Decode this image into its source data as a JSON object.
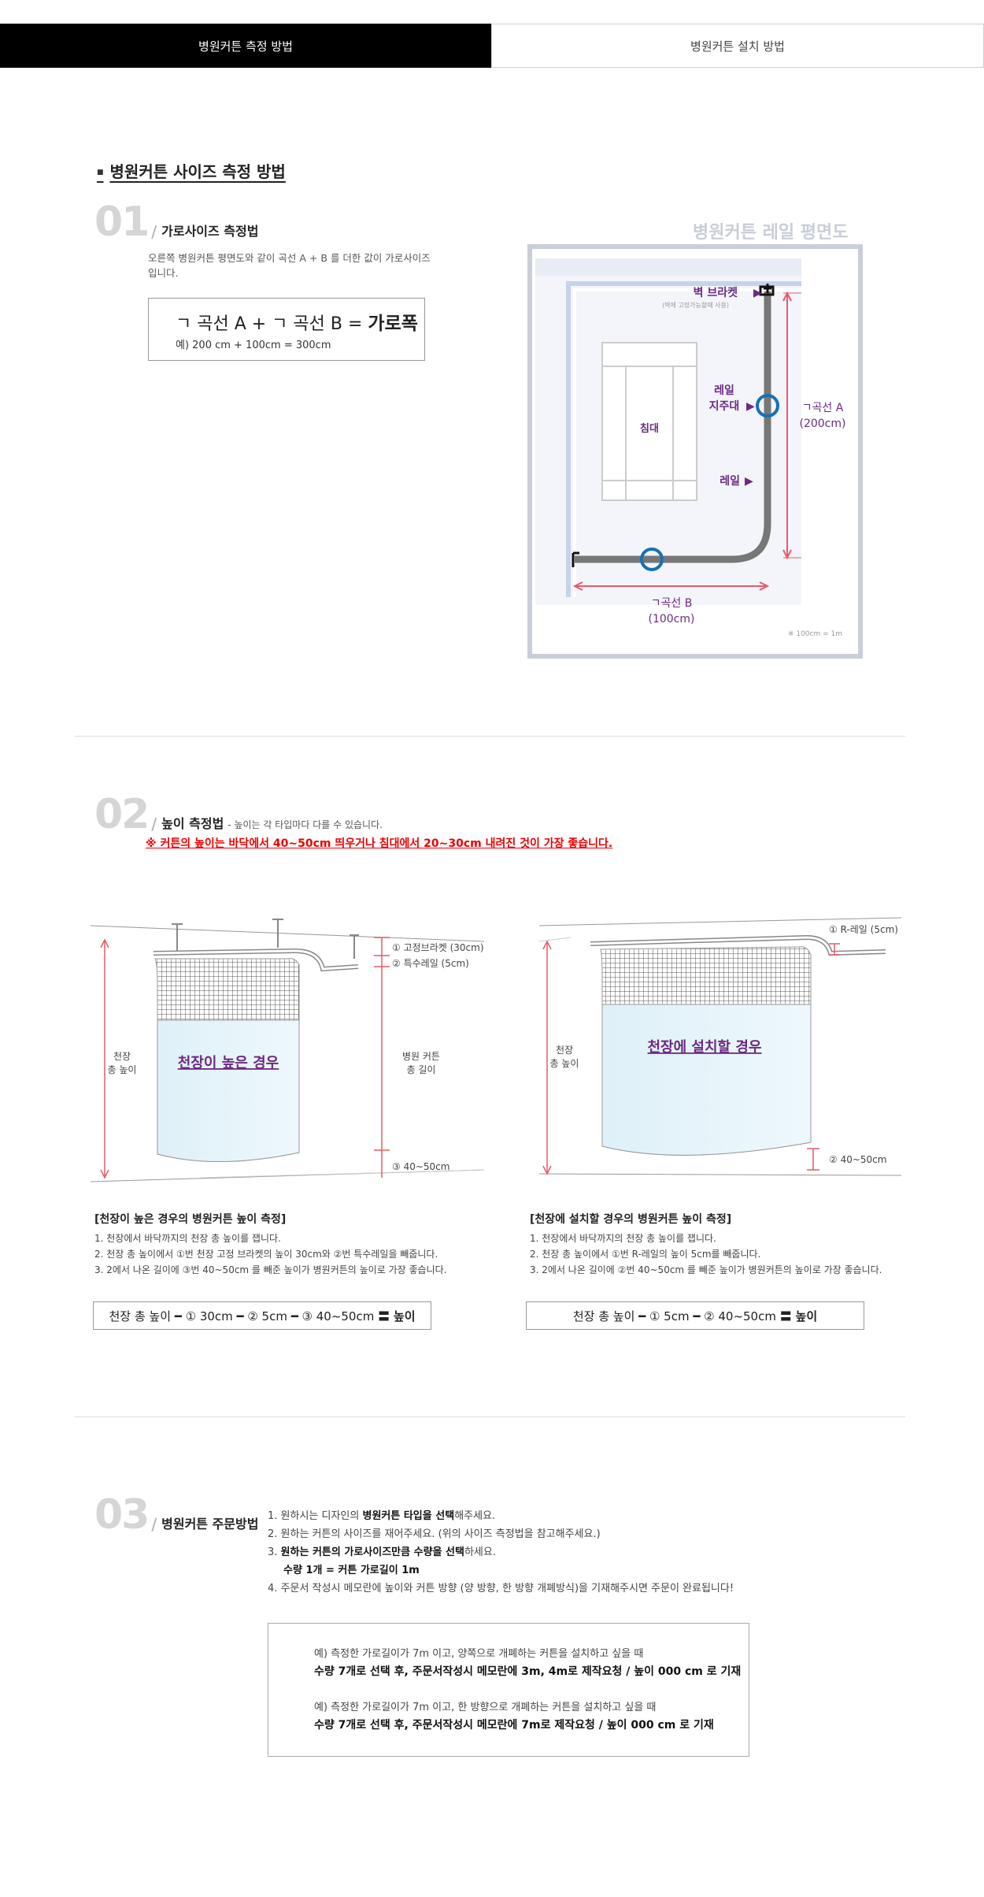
{
  "tabs": {
    "measure": "병원커튼 측정 방법",
    "install": "병원커튼 설치 방법"
  },
  "section_title": "병원커튼 사이즈 측정 방법",
  "s1": {
    "num": "01",
    "heading": "가로사이즈 측정법",
    "desc_line1": "오른쪽 병원커튼 평면도와 같이 곡선 A + B 를 더한 값이 가로사이즈",
    "desc_line2": "입니다.",
    "formula": "ㄱ 곡선 A + ㄱ 곡선 B =",
    "formula_bold": "가로폭",
    "example": "예) 200 cm + 100cm = 300cm",
    "plan_title": "병원커튼 레일 평면도",
    "plan": {
      "wall_bracket": "벽 브라켓",
      "wall_bracket_note": "(벽에 고정가능할때 사용)",
      "rail_support_1": "레일",
      "rail_support_2": "지주대",
      "bed": "침대",
      "rail": "레일",
      "curve_a_1": "ㄱ곡선 A",
      "curve_a_2": "(200cm)",
      "curve_b_1": "ㄱ곡선 B",
      "curve_b_2": "(100cm)",
      "scale": "※ 100cm = 1m"
    }
  },
  "s2": {
    "num": "02",
    "heading": "높이 측정법",
    "heading_note": "- 높이는 각 타입마다 다를 수 있습니다.",
    "notice": "※ 커튼의 높이는 바닥에서 40~50cm 띄우거나 침대에서 20~30cm 내려진 것이 가장 좋습니다.",
    "left": {
      "fig_title": "천장이 높은 경우",
      "ceiling_1": "천장",
      "ceiling_2": "총 높이",
      "label_1": "① 고정브라켓 (30cm)",
      "label_2": "② 특수레일 (5cm)",
      "length_1": "병원 커튼",
      "length_2": "총 길이",
      "label_3": "③ 40~50cm",
      "caption": "[천장이 높은 경우의 병원커튼 높이 측정]",
      "steps": [
        "1. 천장에서 바닥까지의 천장 총 높이를 잽니다.",
        "2. 천장 총 높이에서 ①번 천장 고정 브라켓의 높이 30cm와 ②번 특수레일을 빼줍니다.",
        "3. 2에서 나온 길이에 ③번 40~50cm 를 빼준 높이가 병원커튼의 높이로 가장 좋습니다."
      ],
      "formula": "천장 총 높이 ━ ① 30cm ━ ② 5cm ━ ③ 40~50cm 〓",
      "formula_bold": "높이"
    },
    "right": {
      "fig_title": "천장에 설치할 경우",
      "ceiling_1": "천장",
      "ceiling_2": "총 높이",
      "label_1": "① R-레일 (5cm)",
      "label_2": "② 40~50cm",
      "caption": "[천장에 설치할 경우의 병원커튼 높이 측정]",
      "steps": [
        "1. 천장에서 바닥까지의 천장 총 높이를 잽니다.",
        "2. 천장 총 높이에서 ①번 R-레일의 높이 5cm를 빼줍니다.",
        "3. 2에서 나온 길이에 ②번 40~50cm 를 빼준 높이가 병원커튼의 높이로 가장 좋습니다."
      ],
      "formula": "천장 총 높이 ━ ① 5cm ━ ② 40~50cm 〓",
      "formula_bold": "높이"
    }
  },
  "s3": {
    "num": "03",
    "heading": "병원커튼 주문방법",
    "items": [
      {
        "pre": "1. 원하시는 디자인의 ",
        "bold": "병원커튼 타입을 선택",
        "post": "해주세요."
      },
      {
        "pre": "2. 원하는 커튼의 사이즈를 재어주세요. (위의 사이즈 측정법을 참고해주세요.)",
        "bold": "",
        "post": ""
      },
      {
        "pre": "3. ",
        "bold": "원하는 커튼의 가로사이즈만큼 수량을 선택",
        "post": "하세요."
      },
      {
        "pre": "    ",
        "bold": "수량 1개 = 커튼 가로길이 1m",
        "post": ""
      },
      {
        "pre": "4. 주문서 작성시 메모란에 높이와  커튼 방향 (양 방향, 한 방향 개폐방식)을 기재해주시면 주문이 완료됩니다!",
        "bold": "",
        "post": ""
      }
    ],
    "ex1_line": "예) 측정한 가로길이가 7m 이고, 양쪽으로 개폐하는 커튼을 설치하고 싶을 때",
    "ex1_bold": "수량 7개로 선택 후, 주문서작성시 메모란에 3m, 4m로 제작요청 / 높이 000 cm 로 기재",
    "ex2_line": "예) 측정한 가로길이가 7m 이고, 한 방향으로 개폐하는 커튼을 설치하고 싶을 때",
    "ex2_bold": "수량 7개로 선택 후, 주문서작성시 메모란에 7m로 제작요청 / 높이 000 cm 로 기재"
  },
  "colors": {
    "accent_red": "#e00000",
    "purple": "#6b2a83",
    "pink": "#e85a6a",
    "blue": "#1a6fb5",
    "frame": "#c9ced8"
  }
}
